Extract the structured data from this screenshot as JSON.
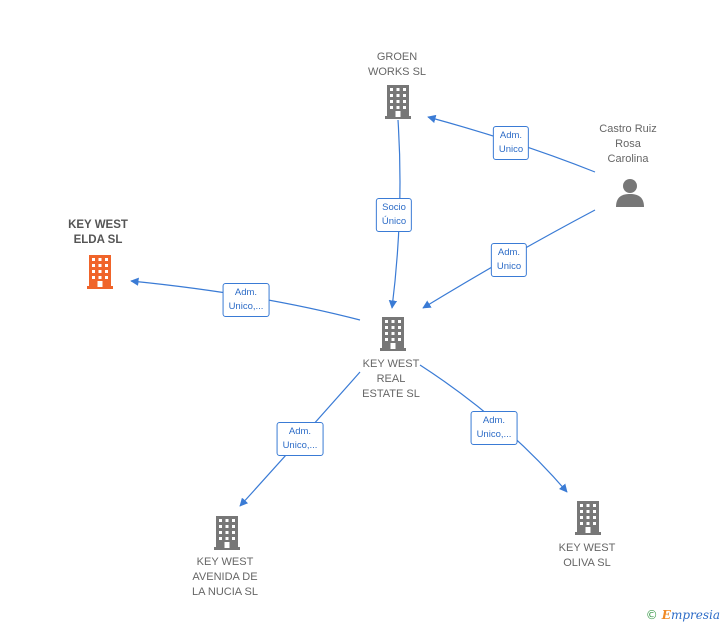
{
  "nodes": [
    {
      "id": "groen",
      "type": "company",
      "label": "GROEN\nWORKS  SL",
      "highlight": false
    },
    {
      "id": "castro",
      "type": "person",
      "label": "Castro Ruiz\nRosa\nCarolina",
      "highlight": false
    },
    {
      "id": "kwelda",
      "type": "company",
      "label": "KEY WEST\nELDA  SL",
      "highlight": true
    },
    {
      "id": "kwreal",
      "type": "company",
      "label": "KEY WEST\nREAL\nESTATE  SL",
      "highlight": false
    },
    {
      "id": "kwnucia",
      "type": "company",
      "label": "KEY WEST\nAVENIDA DE\nLA NUCIA  SL",
      "highlight": false
    },
    {
      "id": "kwoliva",
      "type": "company",
      "label": "KEY WEST\nOLIVA  SL",
      "highlight": false
    }
  ],
  "edges": [
    {
      "from": "castro",
      "to": "groen",
      "label": "Adm.\nUnico"
    },
    {
      "from": "groen",
      "to": "kwreal",
      "label": "Socio\nÚnico"
    },
    {
      "from": "castro",
      "to": "kwreal",
      "label": "Adm.\nUnico"
    },
    {
      "from": "kwreal",
      "to": "kwelda",
      "label": "Adm.\nUnico,..."
    },
    {
      "from": "kwreal",
      "to": "kwnucia",
      "label": "Adm.\nUnico,..."
    },
    {
      "from": "kwreal",
      "to": "kwoliva",
      "label": "Adm.\nUnico,..."
    }
  ],
  "colors": {
    "edge": "#3a7bd5",
    "icon": "#777777",
    "highlight": "#f0642a",
    "person": "#777777"
  },
  "footer": {
    "copyright": "©",
    "brand_initial": "E",
    "brand_rest": "mpresia"
  }
}
